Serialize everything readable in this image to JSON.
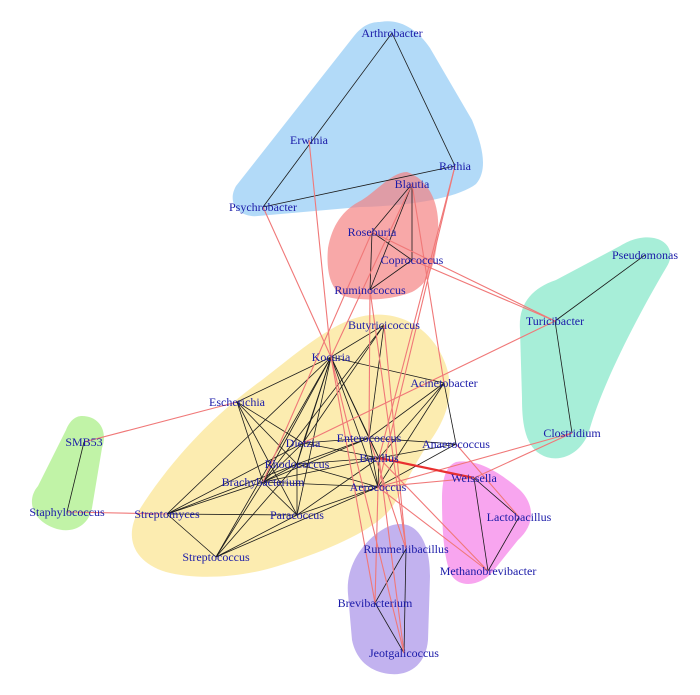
{
  "diagram": {
    "nodes": [
      {
        "id": "Arthrobacter",
        "label": "Arthrobacter"
      },
      {
        "id": "Erwinia",
        "label": "Erwinia"
      },
      {
        "id": "Rothia",
        "label": "Rothia"
      },
      {
        "id": "Psychrobacter",
        "label": "Psychrobacter"
      },
      {
        "id": "Blautia",
        "label": "Blautia"
      },
      {
        "id": "Roseburia",
        "label": "Roseburia"
      },
      {
        "id": "Coprococcus",
        "label": "Coprococcus"
      },
      {
        "id": "Ruminococcus",
        "label": "Ruminococcus"
      },
      {
        "id": "Pseudomonas",
        "label": "Pseudomonas"
      },
      {
        "id": "Turicibacter",
        "label": "Turicibacter"
      },
      {
        "id": "Clostridium",
        "label": "Clostridium"
      },
      {
        "id": "Butyricicoccus",
        "label": "Butyricicoccus"
      },
      {
        "id": "Kocuria",
        "label": "Kocuria"
      },
      {
        "id": "Acinetobacter",
        "label": "Acinetobacter"
      },
      {
        "id": "Escherichia",
        "label": "Escherichia"
      },
      {
        "id": "SMB53",
        "label": "SMB53"
      },
      {
        "id": "Dietzia",
        "label": "Dietzia"
      },
      {
        "id": "Enterococcus",
        "label": "Enterococcus"
      },
      {
        "id": "Anaerococcus",
        "label": "Anaerococcus"
      },
      {
        "id": "Rhodococcus",
        "label": "Rhodococcus"
      },
      {
        "id": "Bacillus",
        "label": "Bacillus"
      },
      {
        "id": "Brachybacterium",
        "label": "Brachybacterium"
      },
      {
        "id": "Aerococcus",
        "label": "Aerococcus"
      },
      {
        "id": "Weissella",
        "label": "Weissella"
      },
      {
        "id": "Staphylococcus",
        "label": "Staphylococcus"
      },
      {
        "id": "Streptomyces",
        "label": "Streptomyces"
      },
      {
        "id": "Paracoccus",
        "label": "Paracoccus"
      },
      {
        "id": "Lactobacillus",
        "label": "Lactobacillus"
      },
      {
        "id": "Rummeliibacillus",
        "label": "Rummeliibacillus"
      },
      {
        "id": "Streptococcus",
        "label": "Streptococcus"
      },
      {
        "id": "Methanobrevibacter",
        "label": "Methanobrevibacter"
      },
      {
        "id": "Brevibacterium",
        "label": "Brevibacterium"
      },
      {
        "id": "Jeotgalicoccus",
        "label": "Jeotgalicoccus"
      }
    ],
    "clusters": [
      {
        "id": "blue",
        "color": "#8ec8f4",
        "members": [
          "Arthrobacter",
          "Erwinia",
          "Rothia",
          "Psychrobacter"
        ]
      },
      {
        "id": "red",
        "color": "#f47f7f",
        "members": [
          "Blautia",
          "Roseburia",
          "Coprococcus",
          "Ruminococcus"
        ]
      },
      {
        "id": "teal",
        "color": "#7de6c6",
        "members": [
          "Pseudomonas",
          "Turicibacter",
          "Clostridium"
        ]
      },
      {
        "id": "yellow",
        "color": "#fbe38a",
        "members": [
          "Butyricicoccus",
          "Kocuria",
          "Acinetobacter",
          "Escherichia",
          "Dietzia",
          "Enterococcus",
          "Anaerococcus",
          "Rhodococcus",
          "Bacillus",
          "Brachybacterium",
          "Aerococcus",
          "Streptomyces",
          "Paracoccus",
          "Streptococcus"
        ]
      },
      {
        "id": "green",
        "color": "#a4ee7e",
        "members": [
          "SMB53",
          "Staphylococcus"
        ]
      },
      {
        "id": "magenta",
        "color": "#f57ae8",
        "members": [
          "Weissella",
          "Lactobacillus",
          "Methanobrevibacter"
        ]
      },
      {
        "id": "purple",
        "color": "#a58ee8",
        "members": [
          "Rummeliibacillus",
          "Brevibacterium",
          "Jeotgalicoccus"
        ]
      }
    ],
    "edges": [
      {
        "source": "Arthrobacter",
        "target": "Psychrobacter",
        "type": "positive"
      },
      {
        "source": "Arthrobacter",
        "target": "Rothia",
        "type": "positive"
      },
      {
        "source": "Rothia",
        "target": "Psychrobacter",
        "type": "positive"
      },
      {
        "source": "Blautia",
        "target": "Roseburia",
        "type": "positive"
      },
      {
        "source": "Blautia",
        "target": "Coprococcus",
        "type": "positive"
      },
      {
        "source": "Blautia",
        "target": "Ruminococcus",
        "type": "positive"
      },
      {
        "source": "Roseburia",
        "target": "Coprococcus",
        "type": "positive"
      },
      {
        "source": "Roseburia",
        "target": "Ruminococcus",
        "type": "positive"
      },
      {
        "source": "Coprococcus",
        "target": "Ruminococcus",
        "type": "positive"
      },
      {
        "source": "Pseudomonas",
        "target": "Turicibacter",
        "type": "positive"
      },
      {
        "source": "Turicibacter",
        "target": "Clostridium",
        "type": "positive"
      },
      {
        "source": "SMB53",
        "target": "Staphylococcus",
        "type": "positive"
      },
      {
        "source": "Weissella",
        "target": "Lactobacillus",
        "type": "positive"
      },
      {
        "source": "Weissella",
        "target": "Methanobrevibacter",
        "type": "positive"
      },
      {
        "source": "Lactobacillus",
        "target": "Methanobrevibacter",
        "type": "positive"
      },
      {
        "source": "Rummeliibacillus",
        "target": "Brevibacterium",
        "type": "positive"
      },
      {
        "source": "Rummeliibacillus",
        "target": "Jeotgalicoccus",
        "type": "positive"
      },
      {
        "source": "Brevibacterium",
        "target": "Jeotgalicoccus",
        "type": "positive"
      },
      {
        "source": "Butyricicoccus",
        "target": "Kocuria",
        "type": "positive"
      },
      {
        "source": "Butyricicoccus",
        "target": "Dietzia",
        "type": "positive"
      },
      {
        "source": "Butyricicoccus",
        "target": "Enterococcus",
        "type": "positive"
      },
      {
        "source": "Butyricicoccus",
        "target": "Brachybacterium",
        "type": "positive"
      },
      {
        "source": "Kocuria",
        "target": "Escherichia",
        "type": "positive"
      },
      {
        "source": "Kocuria",
        "target": "Acinetobacter",
        "type": "positive"
      },
      {
        "source": "Kocuria",
        "target": "Dietzia",
        "type": "positive"
      },
      {
        "source": "Kocuria",
        "target": "Enterococcus",
        "type": "positive"
      },
      {
        "source": "Kocuria",
        "target": "Rhodococcus",
        "type": "positive"
      },
      {
        "source": "Kocuria",
        "target": "Brachybacterium",
        "type": "positive"
      },
      {
        "source": "Kocuria",
        "target": "Streptomyces",
        "type": "positive"
      },
      {
        "source": "Kocuria",
        "target": "Bacillus",
        "type": "positive"
      },
      {
        "source": "Kocuria",
        "target": "Aerococcus",
        "type": "positive"
      },
      {
        "source": "Kocuria",
        "target": "Paracoccus",
        "type": "positive"
      },
      {
        "source": "Kocuria",
        "target": "Streptococcus",
        "type": "positive"
      },
      {
        "source": "Acinetobacter",
        "target": "Enterococcus",
        "type": "positive"
      },
      {
        "source": "Acinetobacter",
        "target": "Bacillus",
        "type": "positive"
      },
      {
        "source": "Acinetobacter",
        "target": "Aerococcus",
        "type": "positive"
      },
      {
        "source": "Acinetobacter",
        "target": "Anaerococcus",
        "type": "positive"
      },
      {
        "source": "Escherichia",
        "target": "Dietzia",
        "type": "positive"
      },
      {
        "source": "Escherichia",
        "target": "Rhodococcus",
        "type": "positive"
      },
      {
        "source": "Escherichia",
        "target": "Brachybacterium",
        "type": "positive"
      },
      {
        "source": "Escherichia",
        "target": "Paracoccus",
        "type": "positive"
      },
      {
        "source": "Dietzia",
        "target": "Enterococcus",
        "type": "positive"
      },
      {
        "source": "Dietzia",
        "target": "Rhodococcus",
        "type": "positive"
      },
      {
        "source": "Dietzia",
        "target": "Brachybacterium",
        "type": "positive"
      },
      {
        "source": "Dietzia",
        "target": "Bacillus",
        "type": "positive"
      },
      {
        "source": "Dietzia",
        "target": "Streptomyces",
        "type": "positive"
      },
      {
        "source": "Enterococcus",
        "target": "Anaerococcus",
        "type": "positive"
      },
      {
        "source": "Enterococcus",
        "target": "Bacillus",
        "type": "positive"
      },
      {
        "source": "Enterococcus",
        "target": "Rhodococcus",
        "type": "positive"
      },
      {
        "source": "Enterococcus",
        "target": "Aerococcus",
        "type": "positive"
      },
      {
        "source": "Enterococcus",
        "target": "Brachybacterium",
        "type": "positive"
      },
      {
        "source": "Anaerococcus",
        "target": "Bacillus",
        "type": "positive"
      },
      {
        "source": "Anaerococcus",
        "target": "Aerococcus",
        "type": "positive"
      },
      {
        "source": "Rhodococcus",
        "target": "Brachybacterium",
        "type": "positive"
      },
      {
        "source": "Rhodococcus",
        "target": "Bacillus",
        "type": "positive"
      },
      {
        "source": "Rhodococcus",
        "target": "Paracoccus",
        "type": "positive"
      },
      {
        "source": "Rhodococcus",
        "target": "Streptomyces",
        "type": "positive"
      },
      {
        "source": "Rhodococcus",
        "target": "Streptococcus",
        "type": "positive"
      },
      {
        "source": "Rhodococcus",
        "target": "Aerococcus",
        "type": "positive"
      },
      {
        "source": "Bacillus",
        "target": "Aerococcus",
        "type": "positive"
      },
      {
        "source": "Bacillus",
        "target": "Brachybacterium",
        "type": "positive"
      },
      {
        "source": "Bacillus",
        "target": "Paracoccus",
        "type": "positive"
      },
      {
        "source": "Brachybacterium",
        "target": "Streptomyces",
        "type": "positive"
      },
      {
        "source": "Brachybacterium",
        "target": "Paracoccus",
        "type": "positive"
      },
      {
        "source": "Brachybacterium",
        "target": "Streptococcus",
        "type": "positive"
      },
      {
        "source": "Brachybacterium",
        "target": "Aerococcus",
        "type": "positive"
      },
      {
        "source": "Streptomyces",
        "target": "Streptococcus",
        "type": "positive"
      },
      {
        "source": "Streptomyces",
        "target": "Paracoccus",
        "type": "positive"
      },
      {
        "source": "Paracoccus",
        "target": "Streptococcus",
        "type": "positive"
      },
      {
        "source": "Paracoccus",
        "target": "Aerococcus",
        "type": "positive"
      },
      {
        "source": "Aerococcus",
        "target": "Streptococcus",
        "type": "positive"
      },
      {
        "source": "Erwinia",
        "target": "Kocuria",
        "type": "negative"
      },
      {
        "source": "Psychrobacter",
        "target": "Kocuria",
        "type": "negative"
      },
      {
        "source": "Rothia",
        "target": "Aerococcus",
        "type": "negative"
      },
      {
        "source": "Rothia",
        "target": "Bacillus",
        "type": "negative"
      },
      {
        "source": "Blautia",
        "target": "Kocuria",
        "type": "negative"
      },
      {
        "source": "Blautia",
        "target": "Acinetobacter",
        "type": "negative"
      },
      {
        "source": "Coprococcus",
        "target": "Turicibacter",
        "type": "negative"
      },
      {
        "source": "Roseburia",
        "target": "Turicibacter",
        "type": "negative"
      },
      {
        "source": "Roseburia",
        "target": "Brachybacterium",
        "type": "negative"
      },
      {
        "source": "Ruminococcus",
        "target": "Rummeliibacillus",
        "type": "negative"
      },
      {
        "source": "Ruminococcus",
        "target": "Enterococcus",
        "type": "negative"
      },
      {
        "source": "Turicibacter",
        "target": "Dietzia",
        "type": "negative"
      },
      {
        "source": "Clostridium",
        "target": "Aerococcus",
        "type": "negative"
      },
      {
        "source": "Clostridium",
        "target": "Weissella",
        "type": "negative"
      },
      {
        "source": "SMB53",
        "target": "Escherichia",
        "type": "negative"
      },
      {
        "source": "Staphylococcus",
        "target": "Streptomyces",
        "type": "negative"
      },
      {
        "source": "Butyricicoccus",
        "target": "Rummeliibacillus",
        "type": "negative"
      },
      {
        "source": "Kocuria",
        "target": "Brevibacterium",
        "type": "negative"
      },
      {
        "source": "Kocuria",
        "target": "Jeotgalicoccus",
        "type": "negative"
      },
      {
        "source": "Enterococcus",
        "target": "Rummeliibacillus",
        "type": "negative"
      },
      {
        "source": "Bacillus",
        "target": "Jeotgalicoccus",
        "type": "negative"
      },
      {
        "source": "Aerococcus",
        "target": "Brevibacterium",
        "type": "negative"
      },
      {
        "source": "Anaerococcus",
        "target": "Lactobacillus",
        "type": "negative"
      },
      {
        "source": "Bacillus",
        "target": "Methanobrevibacter",
        "type": "negative"
      },
      {
        "source": "Aerococcus",
        "target": "Methanobrevibacter",
        "type": "negative"
      },
      {
        "source": "Bacillus",
        "target": "Weissella",
        "type": "negative-strong"
      },
      {
        "source": "Aerococcus",
        "target": "Weissella",
        "type": "negative"
      }
    ]
  },
  "colors": {
    "positive_edge": "#1a1a1a",
    "negative_edge": "#f07878",
    "negative_strong_edge": "#e83030",
    "label": "#1a1aa8"
  }
}
